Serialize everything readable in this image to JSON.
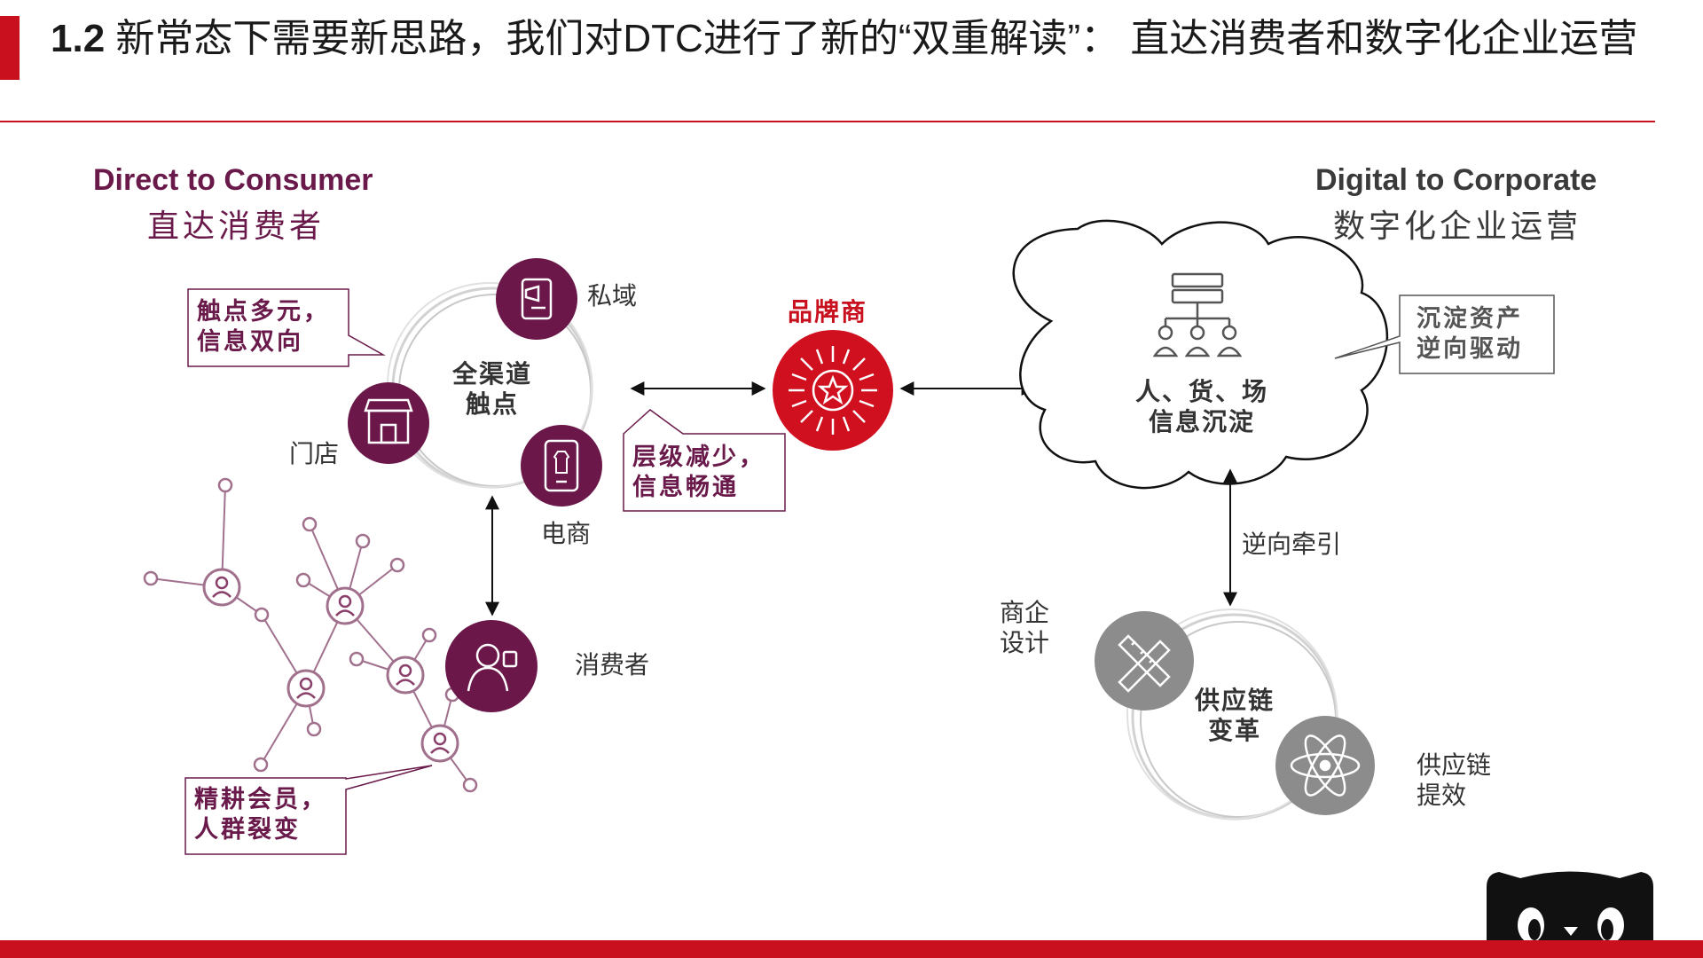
{
  "title": {
    "number": "1.2",
    "text": " 新常态下需要新思路，我们对DTC进行了新的“双重解读”： 直达消费者和数字化企业运营"
  },
  "left": {
    "title_en": "Direct to Consumer",
    "title_zh": "直达消费者",
    "hub_label": "全渠道\n触点",
    "nodes": {
      "private": "私域",
      "store": "门店",
      "ecommerce": "电商",
      "consumer": "消费者"
    },
    "callout_top": "触点多元，\n信息双向",
    "callout_bottom": "精耕会员，\n人群裂变"
  },
  "middle": {
    "brand_label": "品牌商",
    "callout": "层级减少，\n信息畅通"
  },
  "right": {
    "title_en": "Digital to Corporate",
    "title_zh": "数字化企业运营",
    "cloud_label": "人、货、场\n信息沉淀",
    "callout": "沉淀资产\n逆向驱动",
    "arrow_label": "逆向牵引",
    "supply_label": "供应链\n变革",
    "design_label": "商企\n设计",
    "efficiency_label": "供应链\n提效"
  },
  "colors": {
    "accent_red": "#c8101e",
    "plum": "#6a1a4a",
    "gray_icon": "#8c8c8c"
  }
}
